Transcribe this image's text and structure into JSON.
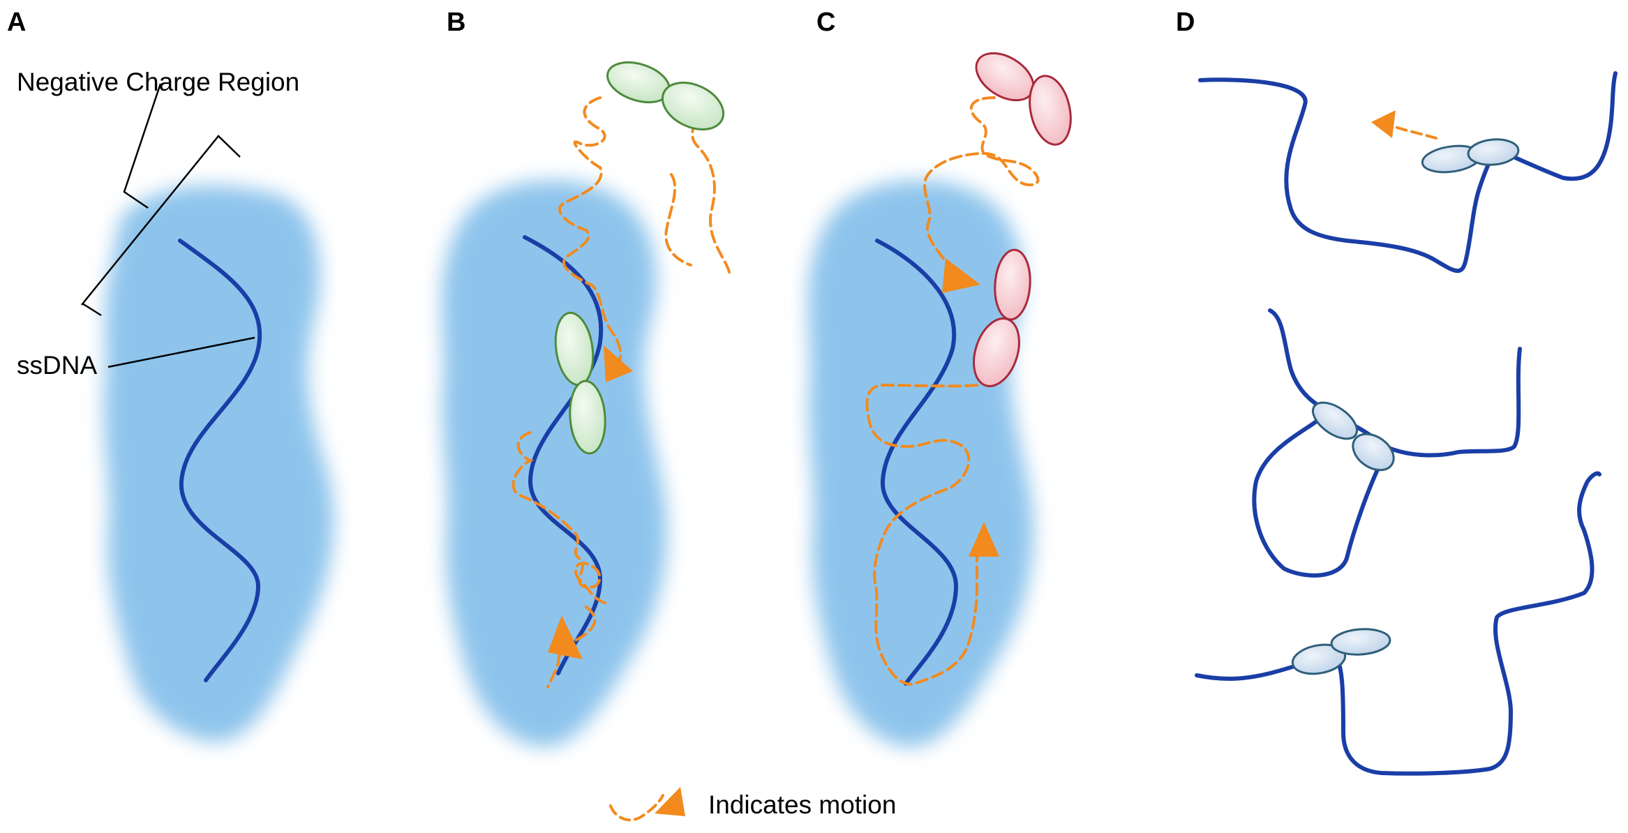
{
  "panels": {
    "a": {
      "letter": "A"
    },
    "b": {
      "letter": "B"
    },
    "c": {
      "letter": "C"
    },
    "d": {
      "letter": "D"
    }
  },
  "labels": {
    "negative_charge_region": "Negative Charge Region",
    "ssdna": "ssDNA"
  },
  "legend": {
    "text": "Indicates motion"
  },
  "colors": {
    "charge_region": "#8ec4ec",
    "dna": "#1a3ea6",
    "motion": "#f28a1e",
    "green_fill": "#d2ecd2",
    "green_stroke": "#4e8a3c",
    "red_fill": "#f6c6cc",
    "red_stroke": "#a82a3c",
    "blue_fill": "#cfe0f1",
    "blue_stroke": "#2f5e7a"
  }
}
